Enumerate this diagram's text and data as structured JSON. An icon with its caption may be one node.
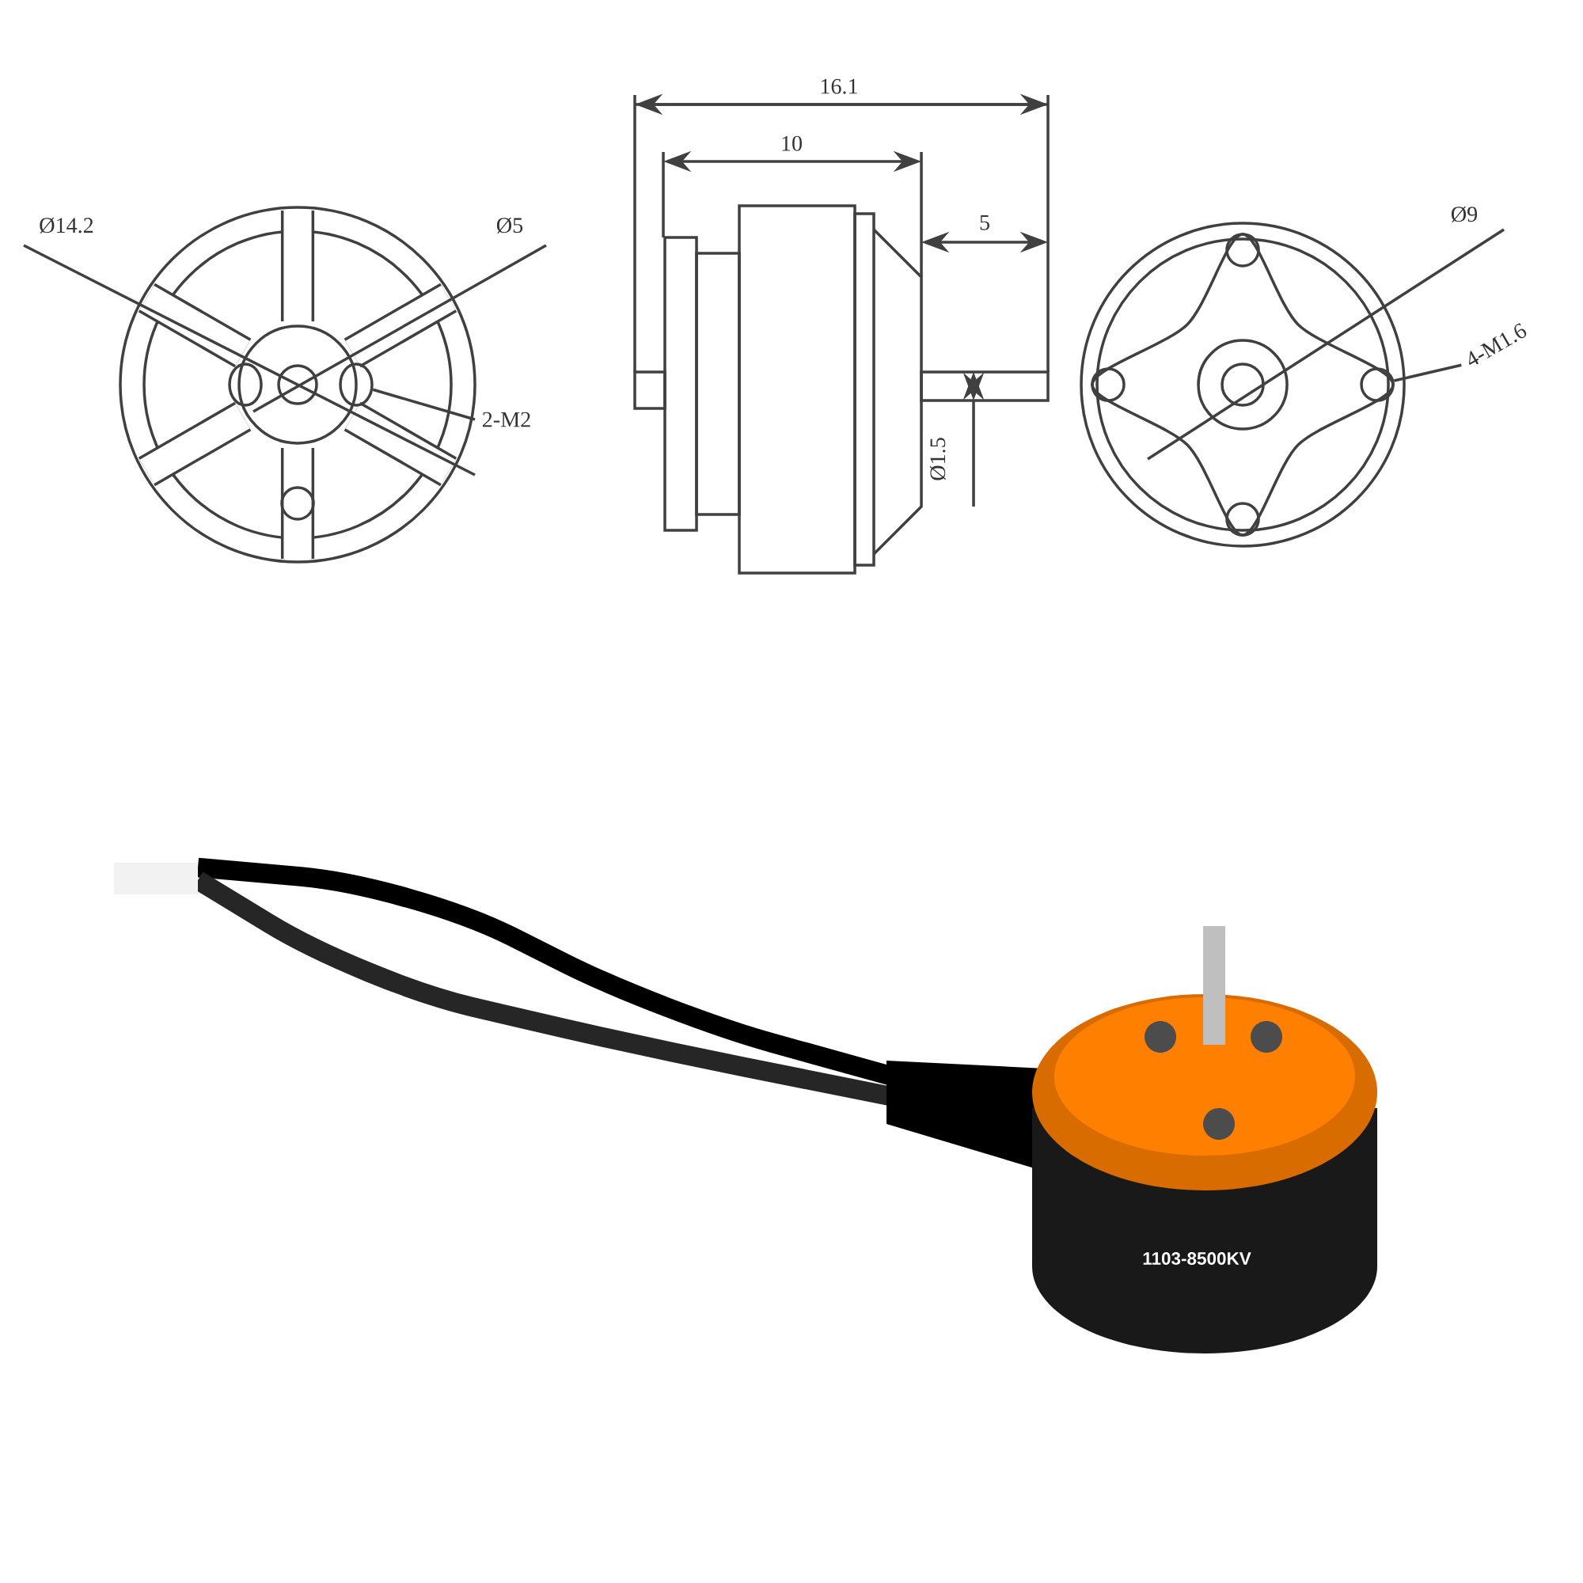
{
  "diagram": {
    "nodes": [
      {
        "text": [
          "2-M2"
        ]
      },
      {
        "text": [
          "4-M1.6"
        ]
      },
      {
        "text": [],
        "shape": "circle"
      },
      {
        "text": [],
        "shape": "circle"
      }
    ],
    "edges": [
      {
        "from": 0,
        "to": 2,
        "arrow": "none"
      },
      {
        "from": 1,
        "to": 3,
        "arrow": "none"
      }
    ],
    "labels": [
      "Ø14.2",
      "Ø5",
      "16.1",
      "10",
      "5",
      "Ø1.5",
      "Ø9",
      "1103-8500KV"
    ]
  }
}
